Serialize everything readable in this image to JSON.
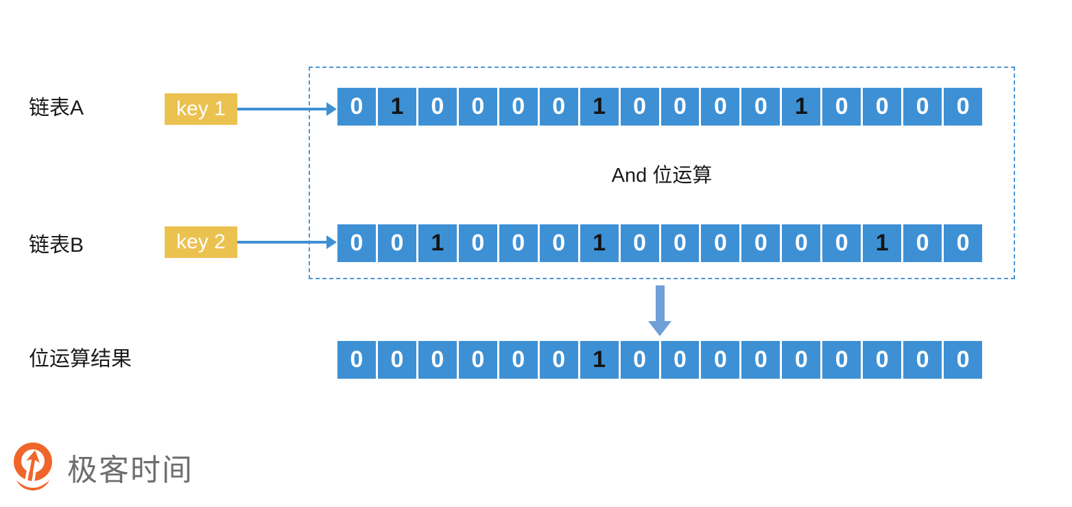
{
  "diagram": {
    "row_a": {
      "label": "链表A",
      "key_label": "key 1",
      "bits": [
        0,
        1,
        0,
        0,
        0,
        0,
        1,
        0,
        0,
        0,
        0,
        1,
        0,
        0,
        0,
        0
      ]
    },
    "row_b": {
      "label": "链表B",
      "key_label": "key 2",
      "bits": [
        0,
        0,
        1,
        0,
        0,
        0,
        1,
        0,
        0,
        0,
        0,
        0,
        0,
        1,
        0,
        0
      ]
    },
    "operation_label": "And 位运算",
    "result_row": {
      "label": "位运算结果",
      "bits": [
        0,
        0,
        0,
        0,
        0,
        0,
        1,
        0,
        0,
        0,
        0,
        0,
        0,
        0,
        0,
        0
      ]
    },
    "logo": {
      "text": "极客时间",
      "icon": "geektime-pin-icon"
    },
    "colors": {
      "cell-blue": "#3E90D4",
      "key-yellow": "#EBC150",
      "arrow-blue": "#3E90D4",
      "down-arrow-blue": "#6FA0D8",
      "dashed-border": "#4B94D4",
      "bit-zero-text": "#FFFFFF",
      "bit-one-text": "#141414",
      "label-text": "#1A1A1A",
      "logo-orange": "#F0662A",
      "logo-text-gray": "#6E6E6E"
    }
  }
}
